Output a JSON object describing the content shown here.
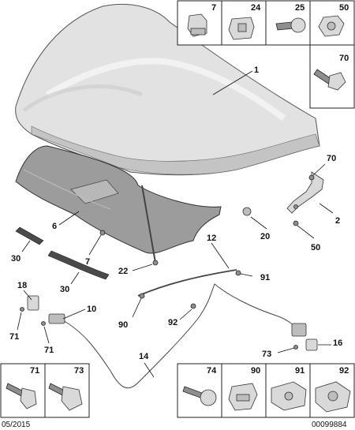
{
  "diagram": {
    "callouts": [
      "1",
      "2",
      "6",
      "7",
      "12",
      "14",
      "10",
      "18",
      "20",
      "22",
      "30",
      "30",
      "50",
      "70",
      "71",
      "71",
      "73",
      "16",
      "90",
      "91",
      "92"
    ],
    "kit_top": [
      "7",
      "24",
      "25",
      "50",
      "70"
    ],
    "kit_bottom_left": [
      "71",
      "73"
    ],
    "kit_bottom_right": [
      "74",
      "90",
      "91",
      "92"
    ],
    "date_code": "05/2015",
    "ref_number": "00099884"
  },
  "colors": {
    "hood_light": "#e4e4e4",
    "hood_shadow": "#bcbcbc",
    "insulation": "#9a9a9a",
    "parts": "#c8c8c8"
  }
}
